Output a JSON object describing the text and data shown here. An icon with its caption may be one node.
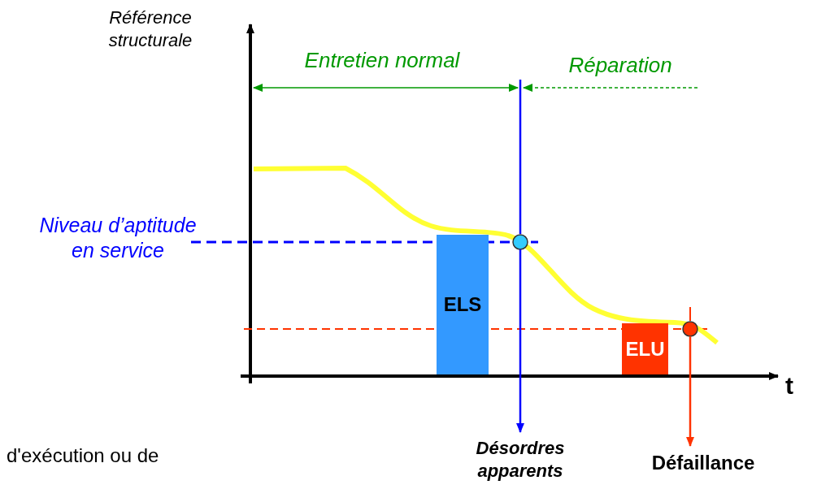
{
  "diagram": {
    "nodes": [
      {
        "text": [
          "ELS"
        ]
      },
      {
        "text": [
          "ELU"
        ]
      },
      {
        "text": [],
        "shape": "circle"
      },
      {
        "text": [],
        "shape": "circle"
      },
      {
        "text": [
          "Désordres apparents"
        ]
      },
      {
        "text": [
          "Défaillance"
        ]
      }
    ],
    "edges": [
      {
        "from": 2,
        "to": 4,
        "arrow": "to",
        "color": "#0000ff"
      },
      {
        "from": 3,
        "to": 5,
        "arrow": "to",
        "color": "#ff3300"
      }
    ],
    "labels": [
      "Référence structurale",
      "Entretien normal",
      "Réparation",
      "Niveau d’aptitude en service",
      "t",
      "d'exécution ou de"
    ]
  }
}
